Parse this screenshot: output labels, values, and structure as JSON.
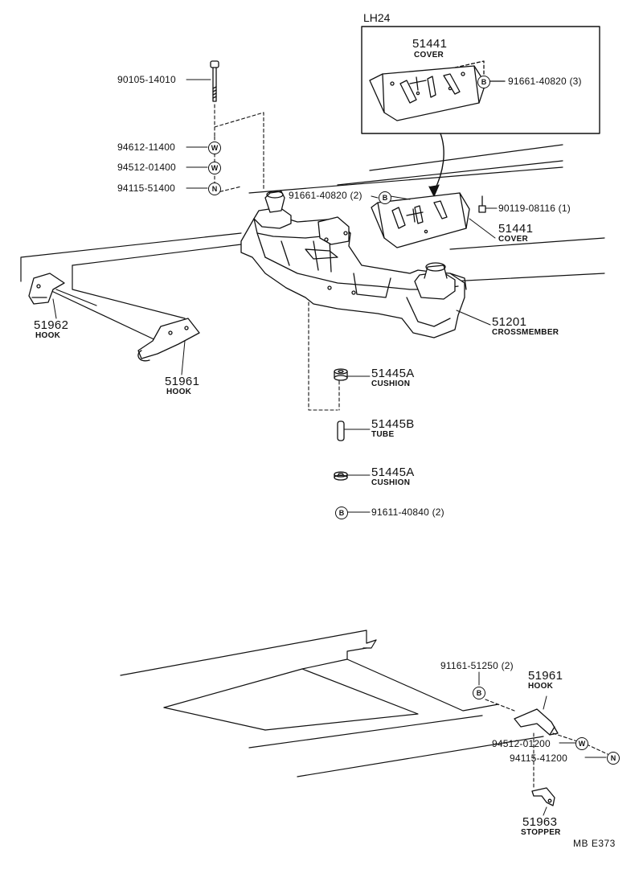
{
  "inset": {
    "title": "LH24",
    "part": "51441",
    "name": "COVER",
    "bolt_code": "91661-40820 (3)",
    "bolt_symbol": "B"
  },
  "upper": {
    "bolt": "90105-14010",
    "washer1": "94612-11400",
    "washer2": "94512-01400",
    "nut": "94115-51400",
    "cover_bolt": "91661-40820 (2)",
    "cover_screw": "90119-08116 (1)",
    "cover_part": "51441",
    "cover_name": "COVER",
    "crossmember_part": "51201",
    "crossmember_name": "CROSSMEMBER",
    "hook_rear_part": "51962",
    "hook_rear_name": "HOOK",
    "hook_front_part": "51961",
    "hook_front_name": "HOOK",
    "cushion1_part": "51445A",
    "cushion1_name": "CUSHION",
    "tube_part": "51445B",
    "tube_name": "TUBE",
    "cushion2_part": "51445A",
    "cushion2_name": "CUSHION",
    "bottom_bolt": "91611-40840 (2)"
  },
  "symbols": {
    "washer": "W",
    "nut": "N",
    "bolt": "B"
  },
  "lower": {
    "bolt": "91161-51250 (2)",
    "hook_part": "51961",
    "hook_name": "HOOK",
    "washer": "94512-01200",
    "nut": "94115-41200",
    "stopper_part": "51963",
    "stopper_name": "STOPPER"
  },
  "footer": {
    "code": "MB  E373"
  }
}
